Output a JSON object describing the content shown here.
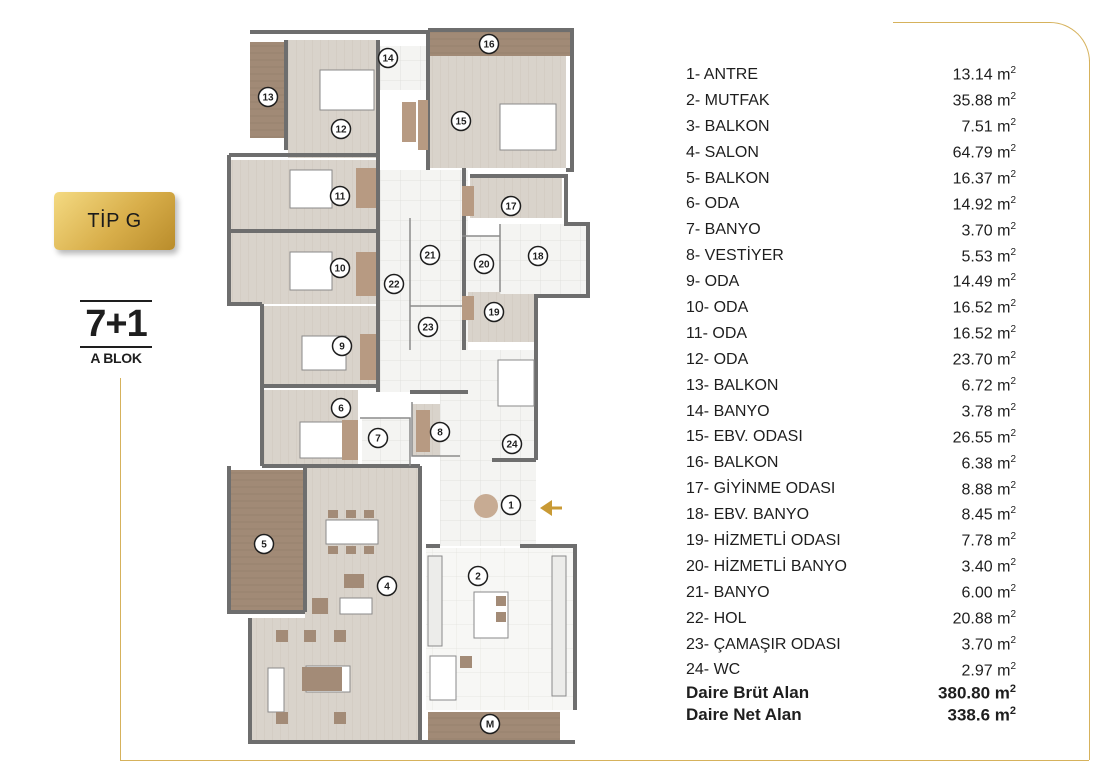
{
  "badge": {
    "label": "TİP G"
  },
  "type": {
    "rooms": "7+1",
    "block": "A BLOK"
  },
  "unit_superscript": "2",
  "rooms": [
    {
      "no": "1",
      "label": "1- ANTRE",
      "area": "13.14 m"
    },
    {
      "no": "2",
      "label": "2- MUTFAK",
      "area": "35.88 m"
    },
    {
      "no": "3",
      "label": "3- BALKON",
      "area": "7.51 m"
    },
    {
      "no": "4",
      "label": "4- SALON",
      "area": "64.79 m"
    },
    {
      "no": "5",
      "label": "5- BALKON",
      "area": "16.37 m"
    },
    {
      "no": "6",
      "label": "6- ODA",
      "area": "14.92 m"
    },
    {
      "no": "7",
      "label": "7- BANYO",
      "area": "3.70 m"
    },
    {
      "no": "8",
      "label": "8- VESTİYER",
      "area": "5.53 m"
    },
    {
      "no": "9",
      "label": "9- ODA",
      "area": "14.49 m"
    },
    {
      "no": "10",
      "label": "10- ODA",
      "area": "16.52 m"
    },
    {
      "no": "11",
      "label": "11- ODA",
      "area": "16.52 m"
    },
    {
      "no": "12",
      "label": "12- ODA",
      "area": "23.70 m"
    },
    {
      "no": "13",
      "label": "13- BALKON",
      "area": "6.72 m"
    },
    {
      "no": "14",
      "label": "14- BANYO",
      "area": "3.78 m"
    },
    {
      "no": "15",
      "label": "15- EBV. ODASI",
      "area": "26.55 m"
    },
    {
      "no": "16",
      "label": "16- BALKON",
      "area": "6.38 m"
    },
    {
      "no": "17",
      "label": "17- GİYİNME ODASI",
      "area": "8.88 m"
    },
    {
      "no": "18",
      "label": "18- EBV. BANYO",
      "area": "8.45 m"
    },
    {
      "no": "19",
      "label": "19- HİZMETLİ ODASI",
      "area": "7.78 m"
    },
    {
      "no": "20",
      "label": "20- HİZMETLİ BANYO",
      "area": "3.40 m"
    },
    {
      "no": "21",
      "label": "21- BANYO",
      "area": "6.00 m"
    },
    {
      "no": "22",
      "label": "22- HOL",
      "area": "20.88 m"
    },
    {
      "no": "23",
      "label": "23- ÇAMAŞIR ODASI",
      "area": "3.70 m"
    },
    {
      "no": "24",
      "label": "24- WC",
      "area": "2.97 m"
    }
  ],
  "totals": [
    {
      "label": "Daire Brüt Alan",
      "area": "380.80 m"
    },
    {
      "label": "Daire Net Alan",
      "area": "338.6 m"
    }
  ],
  "plan_markers": [
    "1",
    "2",
    "M",
    "4",
    "5",
    "6",
    "7",
    "8",
    "9",
    "10",
    "11",
    "12",
    "13",
    "14",
    "15",
    "16",
    "17",
    "18",
    "19",
    "20",
    "21",
    "22",
    "23",
    "24"
  ],
  "colors": {
    "gold": "#d6b25c",
    "wood": "#a18a76",
    "floor": "#f5f5f2",
    "tile": "#dcdcd8",
    "wall": "#6e6e6e"
  }
}
